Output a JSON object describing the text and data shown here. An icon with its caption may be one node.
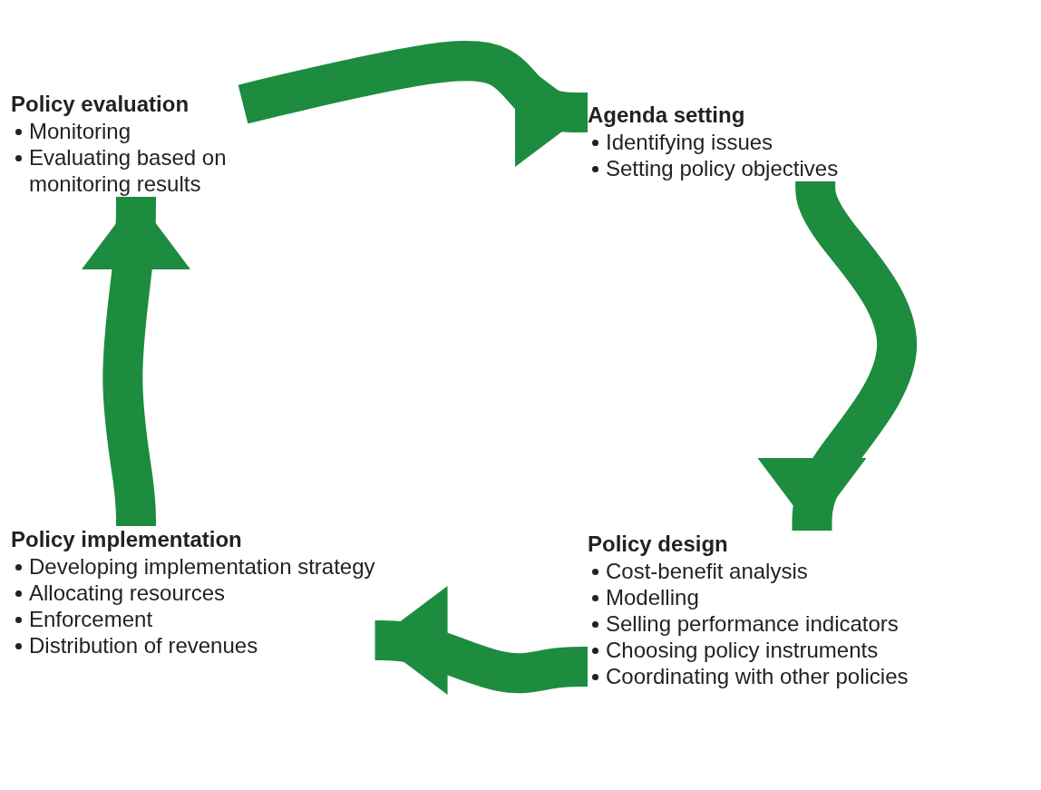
{
  "diagram": {
    "nodes": [
      {
        "text": [
          "Policy evaluation",
          "Monitoring",
          "Evaluating based on monitoring results"
        ]
      },
      {
        "text": [
          "Agenda setting",
          "Identifying issues",
          "Setting policy objectives"
        ]
      },
      {
        "text": [
          "Policy design",
          "Cost-benefit analysis",
          "Modelling",
          "Selling performance indicators",
          "Choosing policy instruments",
          "Coordinating with other policies"
        ]
      },
      {
        "text": [
          "Policy implementation",
          "Developing implementation strategy",
          "Allocating resources",
          "Enforcement",
          "Distribution of revenues"
        ]
      }
    ],
    "edges": [
      {
        "from": 0,
        "to": 1,
        "arrow": "to"
      },
      {
        "from": 1,
        "to": 2,
        "arrow": "to"
      },
      {
        "from": 2,
        "to": 3,
        "arrow": "to"
      },
      {
        "from": 3,
        "to": 0,
        "arrow": "to"
      }
    ]
  }
}
